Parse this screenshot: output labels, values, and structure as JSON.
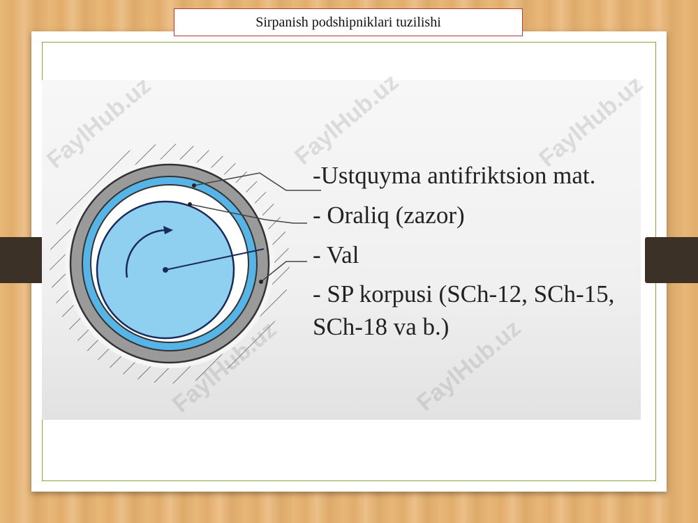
{
  "title": "Sirpanish podshipniklari tuzilishi",
  "legend": {
    "item1": "-Ustquyma antifriktsion mat.",
    "item2": "- Oraliq (zazor)",
    "item3": "- Val",
    "item4": "- SP korpusi (SCh-12, SCh-15, SCh-18 va b.)"
  },
  "watermark": "FaylHub.uz",
  "colors": {
    "shaft": "#8fd0f0",
    "liner": "#56b4e6",
    "housing": "#9a9a9a",
    "frame": "#8aa83a",
    "title_border": "#b23a3a"
  }
}
